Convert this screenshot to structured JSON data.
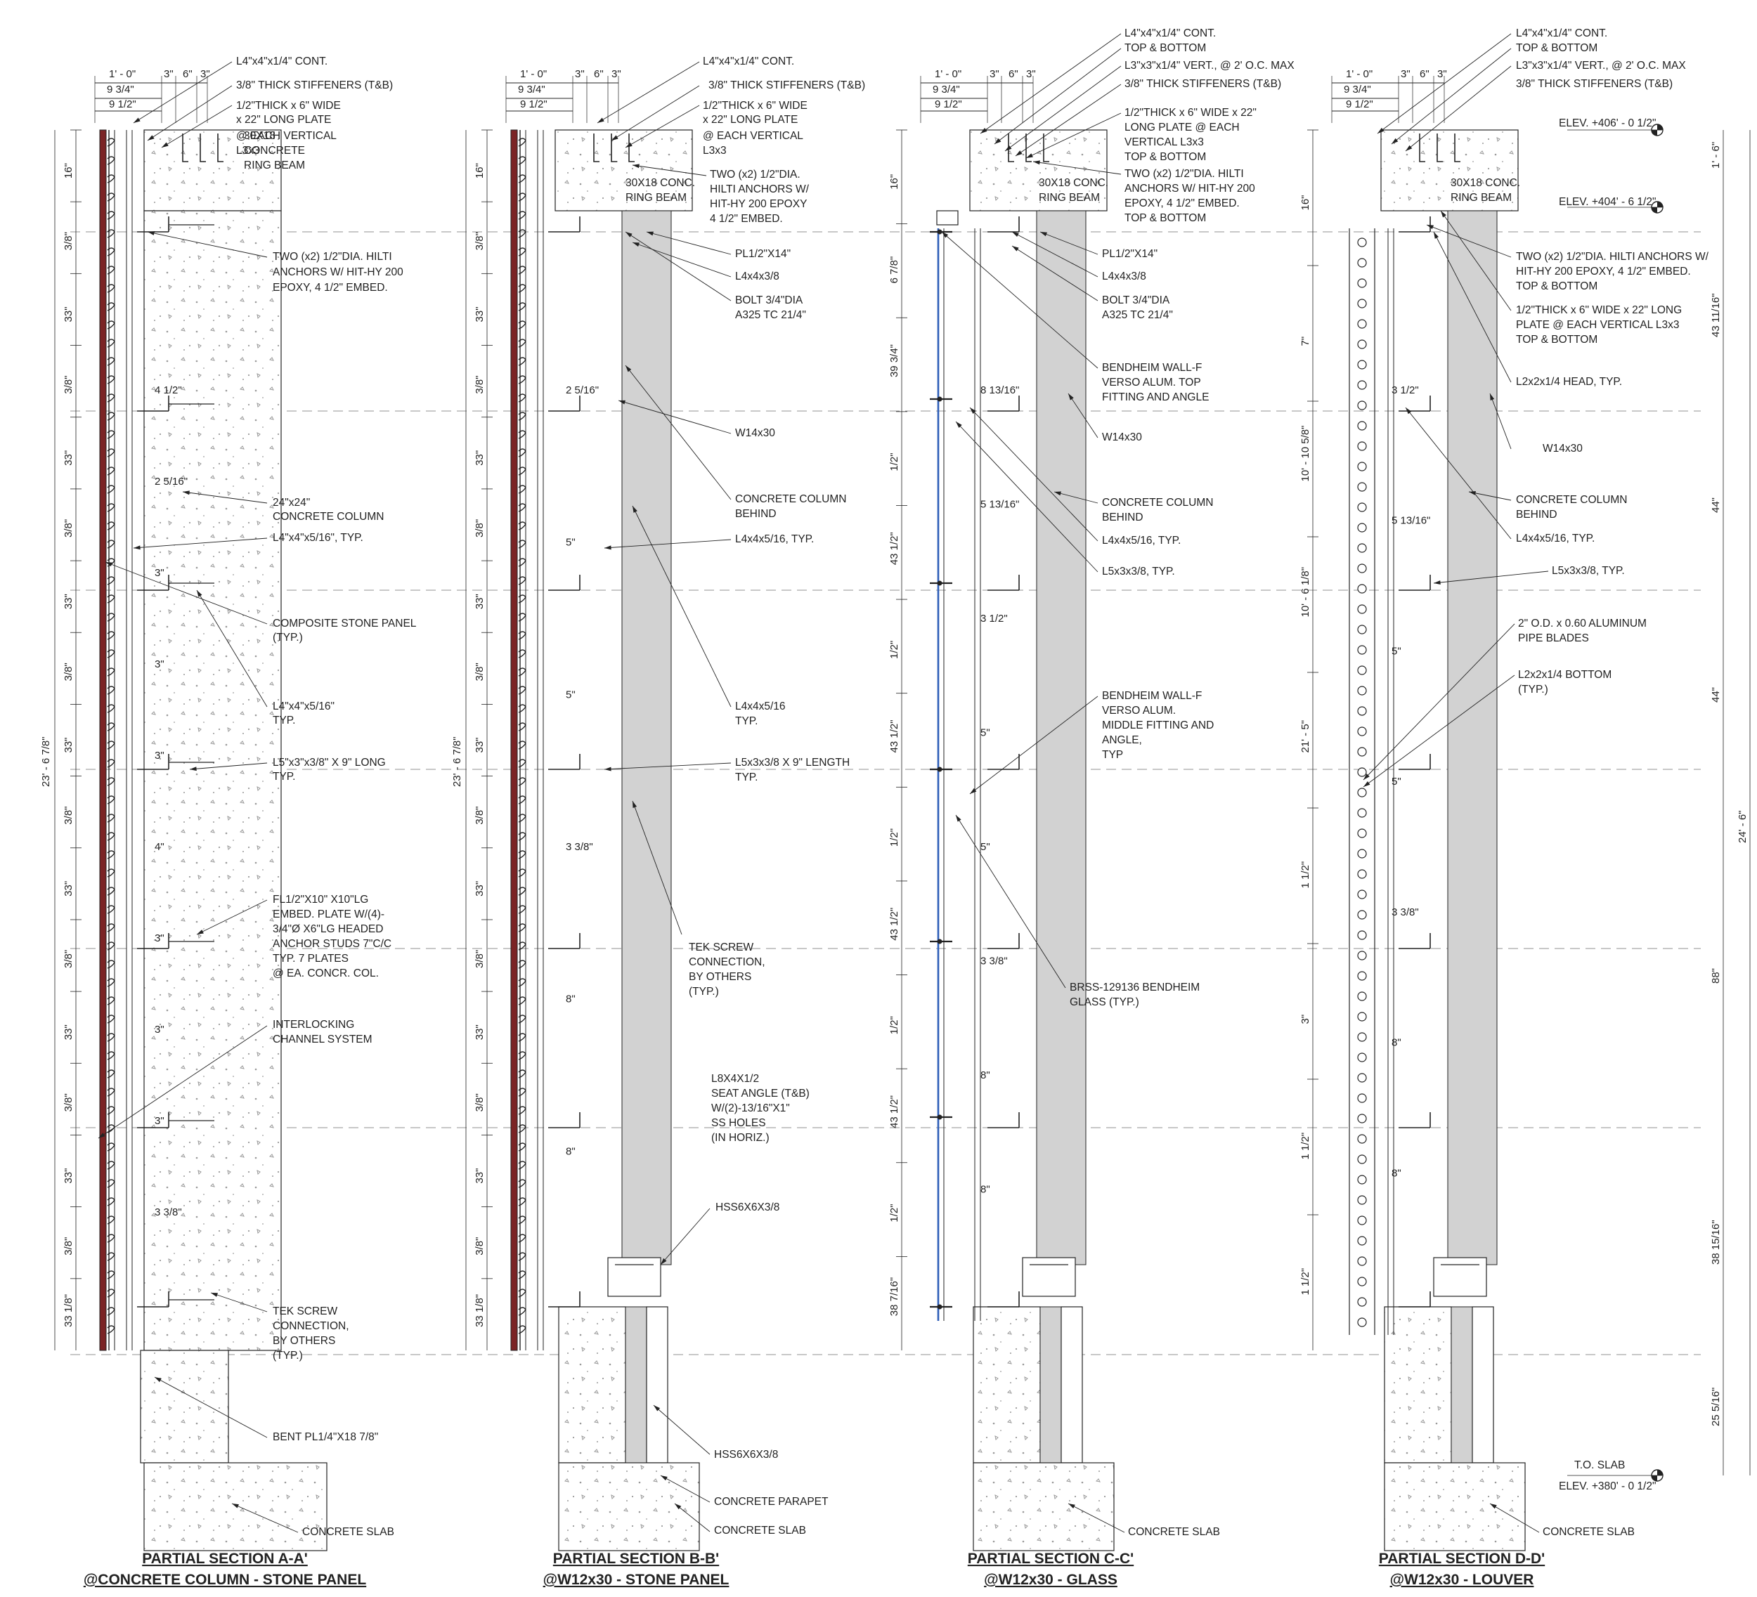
{
  "colors": {
    "line": "#222222",
    "concrete": "#d2d2d2",
    "stone": "#7b2425",
    "glass": "#2f5fb8",
    "background": "#ffffff"
  },
  "sections": [
    {
      "title": "PARTIAL SECTION A-A'",
      "subtitle": "@CONCRETE COLUMN - STONE PANEL",
      "top_dims": [
        "1' - 0\"",
        "3\"",
        "6\"",
        "3\"",
        "9 3/4\"",
        "9 1/2\""
      ],
      "side_dims": [
        "16\"",
        "3/8\"",
        "33\"",
        "3/8\"",
        "33\"",
        "3/8\"",
        "33\"",
        "3/8\"",
        "33\"",
        "3/8\"",
        "33\"",
        "3/8\"",
        "33\"",
        "3/8\"",
        "33\"",
        "3/8\"",
        "33 1/8\""
      ],
      "overall_dim": "23' - 6 7/8\"",
      "inner_dims": [
        "4 1/2\"",
        "2 5/16\"",
        "3\"",
        "3\"",
        "3\"",
        "4\"",
        "3\"",
        "3\"",
        "3\"",
        "3 3/8\""
      ],
      "notes": [
        "L4\"x4\"x1/4\" CONT.",
        "3/8\" THICK STIFFENERS (T&B)",
        "1/2\"THICK x 6\" WIDE",
        "x 22\" LONG PLATE",
        "@ EACH VERTICAL",
        "L3x3",
        "30X18",
        "CONCRETE",
        "RING BEAM",
        "TWO (x2) 1/2\"DIA. HILTI",
        "ANCHORS W/ HIT-HY 200",
        "EPOXY, 4 1/2\" EMBED.",
        "24\"x24\"",
        "CONCRETE COLUMN",
        "L4\"x4\"x5/16\", TYP.",
        "COMPOSITE STONE PANEL",
        "(TYP.)",
        "L4\"x4\"x5/16\"",
        "TYP.",
        "L5\"x3\"x3/8\" X 9\" LONG",
        "TYP.",
        "FL1/2\"X10\" X10\"LG",
        "EMBED. PLATE W/(4)-",
        "3/4\"Ø X6\"LG HEADED",
        "ANCHOR STUDS 7\"C/C",
        "TYP. 7 PLATES",
        "@ EA. CONCR. COL.",
        "INTERLOCKING",
        "CHANNEL SYSTEM",
        "TEK SCREW",
        "CONNECTION,",
        "BY OTHERS",
        "(TYP.)",
        "BENT PL1/4\"X18 7/8\"",
        "CONCRETE SLAB"
      ]
    },
    {
      "title": "PARTIAL SECTION B-B'",
      "subtitle": "@W12x30 - STONE PANEL",
      "top_dims": [
        "1' - 0\"",
        "3\"",
        "6\"",
        "3\"",
        "9 3/4\"",
        "9 1/2\""
      ],
      "side_dims": [
        "16\"",
        "3/8\"",
        "33\"",
        "3/8\"",
        "33\"",
        "3/8\"",
        "33\"",
        "3/8\"",
        "33\"",
        "3/8\"",
        "33\"",
        "3/8\"",
        "33\"",
        "3/8\"",
        "33\"",
        "3/8\"",
        "33 1/8\""
      ],
      "overall_dim": "23' - 6 7/8\"",
      "inner_dims": [
        "2 5/16\"",
        "5\"",
        "5\"",
        "3 3/8\"",
        "8\"",
        "8\""
      ],
      "notes": [
        "L4\"x4\"x1/4\" CONT.",
        "3/8\" THICK STIFFENERS (T&B)",
        "1/2\"THICK x 6\" WIDE",
        "x 22\" LONG PLATE",
        "@ EACH VERTICAL",
        "L3x3",
        "30X18 CONC.",
        "RING BEAM",
        "TWO (x2) 1/2\"DIA.",
        "HILTI ANCHORS W/",
        "HIT-HY 200 EPOXY",
        "4 1/2\" EMBED.",
        "PL1/2\"X14\"",
        "L4x4x3/8",
        "BOLT 3/4\"DIA",
        "A325 TC 21/4\"",
        "W14x30",
        "CONCRETE COLUMN",
        "BEHIND",
        "L4x4x5/16, TYP.",
        "L4x4x5/16",
        "TYP.",
        "L5x3x3/8 X 9\" LENGTH",
        "TYP.",
        "TEK SCREW",
        "CONNECTION,",
        "BY OTHERS",
        "(TYP.)",
        "L8X4X1/2",
        "SEAT ANGLE (T&B)",
        "W/(2)-13/16\"X1\"",
        "SS HOLES",
        "(IN HORIZ.)",
        "HSS6X6X3/8",
        "HSS6X6X3/8",
        "CONCRETE PARAPET",
        "CONCRETE SLAB"
      ]
    },
    {
      "title": "PARTIAL SECTION C-C'",
      "subtitle": "@W12x30 - GLASS",
      "top_dims": [
        "1' - 0\"",
        "3\"",
        "6\"",
        "3\"",
        "9 3/4\"",
        "9 1/2\""
      ],
      "side_dims": [
        "16\"",
        "6 7/8\"",
        "39 3/4\"",
        "1/2\"",
        "43 1/2\"",
        "1/2\"",
        "43 1/2\"",
        "1/2\"",
        "43 1/2\"",
        "1/2\"",
        "43 1/2\"",
        "1/2\"",
        "38 7/16\""
      ],
      "inner_dims": [
        "8 13/16\"",
        "5 13/16\"",
        "3 1/2\"",
        "5\"",
        "5\"",
        "3 3/8\"",
        "8\"",
        "8\""
      ],
      "notes": [
        "L4\"x4\"x1/4\" CONT.",
        "TOP & BOTTOM",
        "L3\"x3\"x1/4\" VERT., @ 2' O.C. MAX",
        "3/8\" THICK STIFFENERS (T&B)",
        "1/2\"THICK x 6\" WIDE x 22\"",
        "LONG PLATE @ EACH",
        "VERTICAL L3x3",
        "TOP & BOTTOM",
        "TWO (x2) 1/2\"DIA. HILTI",
        "ANCHORS W/ HIT-HY 200",
        "EPOXY, 4 1/2\" EMBED.",
        "TOP & BOTTOM",
        "30X18 CONC.",
        "RING BEAM",
        "PL1/2\"X14\"",
        "L4x4x3/8",
        "BOLT 3/4\"DIA",
        "A325 TC 21/4\"",
        "BENDHEIM WALL-F",
        "VERSO ALUM. TOP",
        "FITTING AND ANGLE",
        "W14x30",
        "CONCRETE COLUMN",
        "BEHIND",
        "L4x4x5/16, TYP.",
        "L5x3x3/8, TYP.",
        "BENDHEIM WALL-F",
        "VERSO ALUM.",
        "MIDDLE FITTING AND",
        "ANGLE,",
        "TYP",
        "BRSS-129136 BENDHEIM",
        "GLASS (TYP.)",
        "CONCRETE SLAB"
      ]
    },
    {
      "title": "PARTIAL SECTION D-D'",
      "subtitle": "@W12x30 - LOUVER",
      "top_dims": [
        "1' - 0\"",
        "3\"",
        "6\"",
        "3\"",
        "9 3/4\"",
        "9 1/2\""
      ],
      "side_dims": [
        "16\"",
        "7\"",
        "10' - 10 5/8\"",
        "10' - 6 1/8\"",
        "21' - 5\"",
        "1 1/2\"",
        "3\"",
        "1 1/2\"",
        "1 1/2\""
      ],
      "right_dims": [
        "1' - 6\"",
        "43 11/16\"",
        "44\"",
        "44\"",
        "88\"",
        "38 15/16\"",
        "25 5/16\"",
        "24' - 6\""
      ],
      "inner_dims": [
        "3 1/2\"",
        "5 13/16\"",
        "5\"",
        "5\"",
        "3 3/8\"",
        "8\"",
        "8\""
      ],
      "elevations": [
        "ELEV. +406' - 0 1/2\"",
        "ELEV. +404' - 6 1/2\"",
        "T.O. SLAB",
        "ELEV. +380' - 0 1/2\""
      ],
      "notes": [
        "L4\"x4\"x1/4\" CONT.",
        "TOP & BOTTOM",
        "L3\"x3\"x1/4\" VERT., @ 2' O.C. MAX",
        "3/8\" THICK STIFFENERS (T&B)",
        "30X18 CONC.",
        "RING BEAM",
        "TWO (x2) 1/2\"DIA. HILTI ANCHORS W/",
        "HIT-HY 200 EPOXY, 4 1/2\" EMBED.",
        "TOP & BOTTOM",
        "1/2\"THICK x 6\" WIDE x 22\" LONG",
        "PLATE @ EACH VERTICAL L3x3",
        "TOP & BOTTOM",
        "L2x2x1/4 HEAD, TYP.",
        "W14x30",
        "CONCRETE COLUMN",
        "BEHIND",
        "L4x4x5/16, TYP.",
        "L5x3x3/8, TYP.",
        "2\" O.D. x 0.60 ALUMINUM",
        "PIPE BLADES",
        "L2x2x1/4 BOTTOM",
        "(TYP.)",
        "CONCRETE SLAB"
      ]
    }
  ]
}
